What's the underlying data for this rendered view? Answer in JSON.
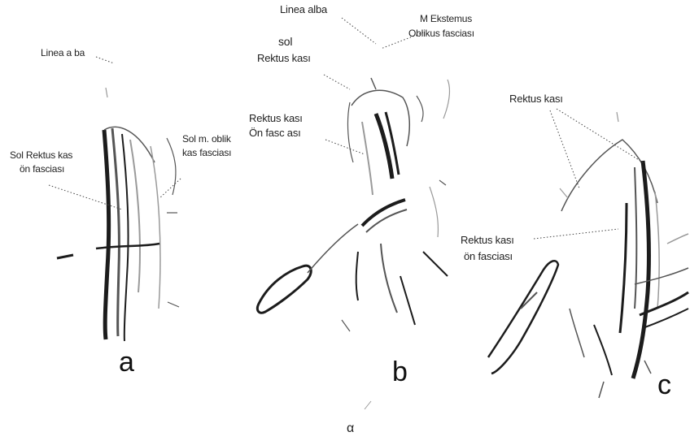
{
  "panels": [
    {
      "letter": "a",
      "labels": {
        "linea_alba": "Linea a ba",
        "rektus_on_fascia_line1": "Sol Rektus kas",
        "rektus_on_fascia_line2": "ön fasciası",
        "oblik_fascia_line1": "Sol m. oblik",
        "oblik_fascia_line2": "kas fasciası"
      }
    },
    {
      "letter": "b",
      "labels": {
        "linea_alba": "Linea alba",
        "ekstemus_line1": "M Ekstemus",
        "ekstemus_line2": "Oblikus fasciası",
        "sol_rektus_line1": "sol",
        "sol_rektus_line2": "Rektus kası",
        "rektus_on_line1": "Rektus kası",
        "rektus_on_line2": "Ön fasc ası"
      }
    },
    {
      "letter": "c",
      "labels": {
        "rektus": "Rektus kası",
        "rektus_on_line1": "Rektus kası",
        "rektus_on_line2": "ön fasciası"
      }
    }
  ],
  "footer_mark": "α"
}
